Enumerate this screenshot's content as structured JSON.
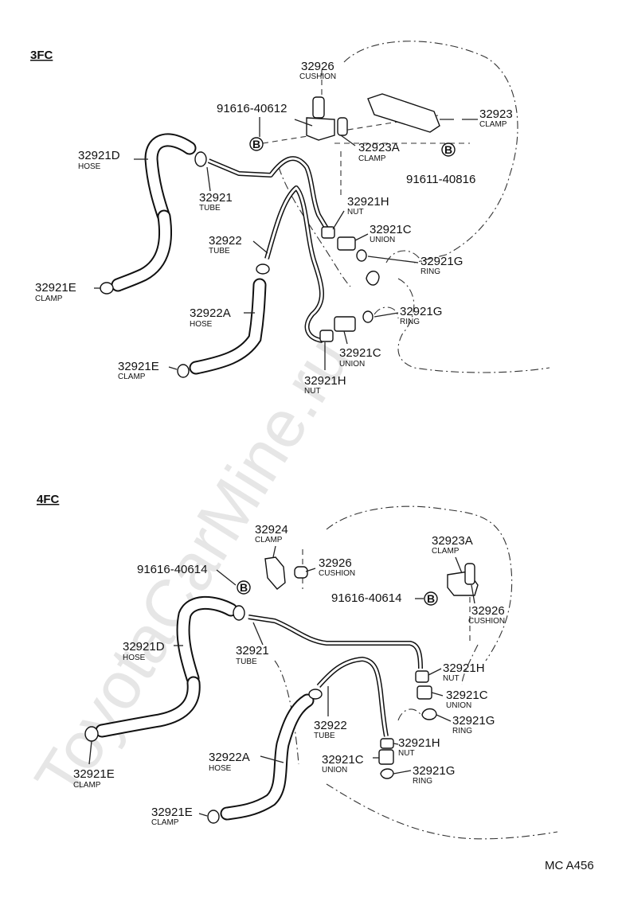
{
  "watermark": "ToyotaCarMine.ru",
  "figure_code": "MC A456",
  "bolt_symbol": "B",
  "sections": [
    {
      "name": "3FC",
      "labels": [
        {
          "number": "32926",
          "name": "CUSHION"
        },
        {
          "number": "91616-40612",
          "name": ""
        },
        {
          "number": "32923",
          "name": "CLAMP"
        },
        {
          "number": "32921D",
          "name": "HOSE"
        },
        {
          "number": "32923A",
          "name": "CLAMP"
        },
        {
          "number": "91611-40816",
          "name": ""
        },
        {
          "number": "32921",
          "name": "TUBE"
        },
        {
          "number": "32921H",
          "name": "NUT"
        },
        {
          "number": "32921C",
          "name": "UNION"
        },
        {
          "number": "32922",
          "name": "TUBE"
        },
        {
          "number": "32921G",
          "name": "RING"
        },
        {
          "number": "32921E",
          "name": "CLAMP"
        },
        {
          "number": "32922A",
          "name": "HOSE"
        },
        {
          "number": "32921G",
          "name": "RING"
        },
        {
          "number": "32921C",
          "name": "UNION"
        },
        {
          "number": "32921E",
          "name": "CLAMP"
        },
        {
          "number": "32921H",
          "name": "NUT"
        }
      ]
    },
    {
      "name": "4FC",
      "labels": [
        {
          "number": "32924",
          "name": "CLAMP"
        },
        {
          "number": "32923A",
          "name": "CLAMP"
        },
        {
          "number": "91616-40614",
          "name": ""
        },
        {
          "number": "32926",
          "name": "CUSHION"
        },
        {
          "number": "91616-40614",
          "name": ""
        },
        {
          "number": "32926",
          "name": "CUSHION"
        },
        {
          "number": "32921D",
          "name": "HOSE"
        },
        {
          "number": "32921",
          "name": "TUBE"
        },
        {
          "number": "32921H",
          "name": "NUT"
        },
        {
          "number": "32921C",
          "name": "UNION"
        },
        {
          "number": "32922",
          "name": "TUBE"
        },
        {
          "number": "32921G",
          "name": "RING"
        },
        {
          "number": "32921H",
          "name": "NUT"
        },
        {
          "number": "32921E",
          "name": "CLAMP"
        },
        {
          "number": "32922A",
          "name": "HOSE"
        },
        {
          "number": "32921C",
          "name": "UNION"
        },
        {
          "number": "32921G",
          "name": "RING"
        },
        {
          "number": "32921E",
          "name": "CLAMP"
        }
      ]
    }
  ]
}
